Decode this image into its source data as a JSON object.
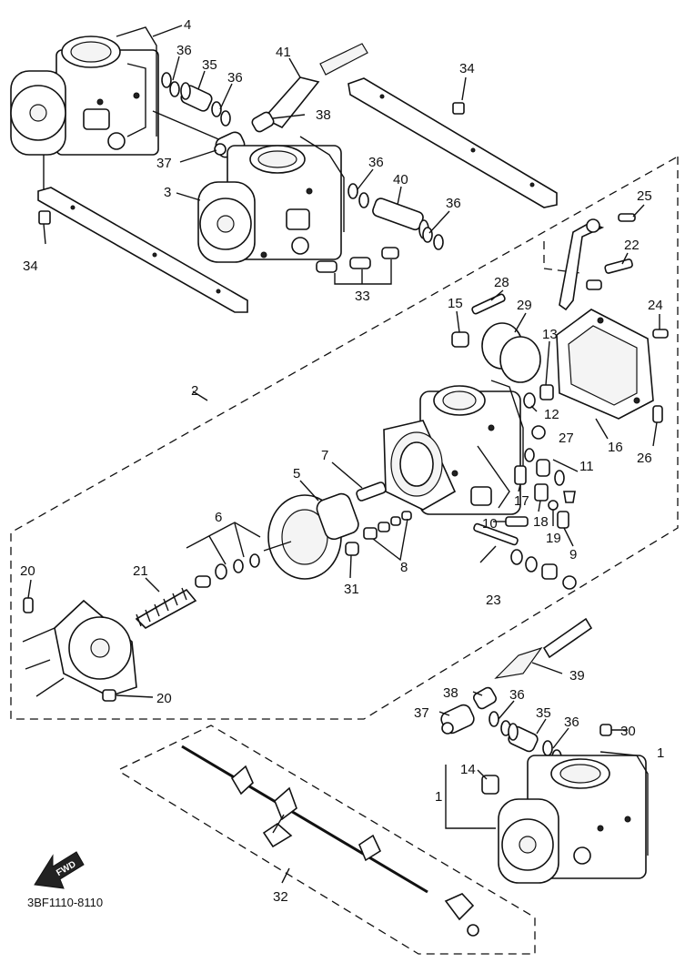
{
  "diagram": {
    "code": "3BF1110-8110",
    "fwd_label": "FWD",
    "callouts": [
      {
        "key": "c4",
        "text": "4"
      },
      {
        "key": "c36a",
        "text": "36"
      },
      {
        "key": "c35a",
        "text": "35"
      },
      {
        "key": "c36b",
        "text": "36"
      },
      {
        "key": "c41",
        "text": "41"
      },
      {
        "key": "c34a",
        "text": "34"
      },
      {
        "key": "c38a",
        "text": "38"
      },
      {
        "key": "c37a",
        "text": "37"
      },
      {
        "key": "c36c",
        "text": "36"
      },
      {
        "key": "c3",
        "text": "3"
      },
      {
        "key": "c40",
        "text": "40"
      },
      {
        "key": "c36d",
        "text": "36"
      },
      {
        "key": "c34b",
        "text": "34"
      },
      {
        "key": "c33",
        "text": "33"
      },
      {
        "key": "c25",
        "text": "25"
      },
      {
        "key": "c22",
        "text": "22"
      },
      {
        "key": "c28",
        "text": "28"
      },
      {
        "key": "c15",
        "text": "15"
      },
      {
        "key": "c29",
        "text": "29"
      },
      {
        "key": "c24",
        "text": "24"
      },
      {
        "key": "c13",
        "text": "13"
      },
      {
        "key": "c2",
        "text": "2"
      },
      {
        "key": "c12",
        "text": "12"
      },
      {
        "key": "c27",
        "text": "27"
      },
      {
        "key": "c16",
        "text": "16"
      },
      {
        "key": "c26",
        "text": "26"
      },
      {
        "key": "c7",
        "text": "7"
      },
      {
        "key": "c11",
        "text": "11"
      },
      {
        "key": "c5",
        "text": "5"
      },
      {
        "key": "c17",
        "text": "17"
      },
      {
        "key": "c18",
        "text": "18"
      },
      {
        "key": "c10",
        "text": "10"
      },
      {
        "key": "c19",
        "text": "19"
      },
      {
        "key": "c9",
        "text": "9"
      },
      {
        "key": "c6",
        "text": "6"
      },
      {
        "key": "c8",
        "text": "8"
      },
      {
        "key": "c21",
        "text": "21"
      },
      {
        "key": "c20a",
        "text": "20"
      },
      {
        "key": "c31",
        "text": "31"
      },
      {
        "key": "c23",
        "text": "23"
      },
      {
        "key": "c20b",
        "text": "20"
      },
      {
        "key": "c39",
        "text": "39"
      },
      {
        "key": "c38b",
        "text": "38"
      },
      {
        "key": "c36e",
        "text": "36"
      },
      {
        "key": "c37b",
        "text": "37"
      },
      {
        "key": "c35b",
        "text": "35"
      },
      {
        "key": "c36f",
        "text": "36"
      },
      {
        "key": "c30",
        "text": "30"
      },
      {
        "key": "c1a",
        "text": "1"
      },
      {
        "key": "c14",
        "text": "14"
      },
      {
        "key": "c1b",
        "text": "1"
      },
      {
        "key": "c32",
        "text": "32"
      }
    ]
  }
}
